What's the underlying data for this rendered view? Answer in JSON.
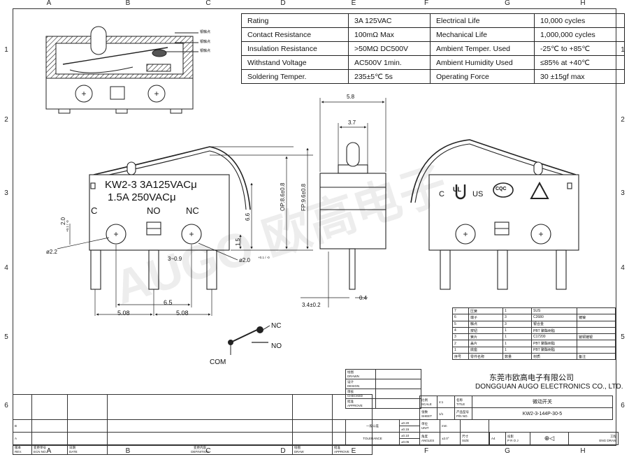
{
  "zones": {
    "columns": [
      "A",
      "B",
      "C",
      "D",
      "E",
      "F",
      "G",
      "H"
    ],
    "rows": [
      "1",
      "2",
      "3",
      "4",
      "5",
      "6"
    ]
  },
  "specs": [
    {
      "label": "Rating",
      "value": "3A  125VAC",
      "label2": "Electrical Life",
      "value2": "10,000 cycles"
    },
    {
      "label": "Contact Resistance",
      "value": "100mΩ Max",
      "label2": "Mechanical Life",
      "value2": "1,000,000 cycles"
    },
    {
      "label": "Insulation Resistance",
      "value": ">50MΩ DC500V",
      "label2": "Ambient Temper. Used",
      "value2": "-25℃ to +85℃"
    },
    {
      "label": "Withstand Voltage",
      "value": "AC500V  1min.",
      "label2": "Ambient Humidity Used",
      "value2": "≤85% at +40℃"
    },
    {
      "label": "Soldering Temper.",
      "value": "235±5℃ 5s",
      "label2": "Operating Force",
      "value2": "30 ±15gf max"
    }
  ],
  "section_callouts": [
    "银触点",
    "银触点",
    "银触点"
  ],
  "front": {
    "marking_line1": "KW2-3 3A125VACμ",
    "marking_line2": "1.5A 250VACμ",
    "terminal_c": "C",
    "terminal_no": "NO",
    "terminal_nc": "NC",
    "dim_hole_dia": "ø2.2",
    "dim_pin_hole": "ø2.0",
    "dim_pin_hole_tol": "+0.1 / -0",
    "dim_20": "2.0",
    "dim_20_tol": "+0.1 / -0",
    "dim_3": "3~0.9",
    "dim_65": "6.5",
    "dim_508a": "5.08",
    "dim_508b": "5.08",
    "dim_66": "6.6",
    "dim_15": "1.5",
    "dim_op": "OP:8.6±0.8",
    "dim_fp": "FP:9.6±0.8"
  },
  "side": {
    "dim_58": "5.8",
    "dim_37": "3.7",
    "dim_34": "3.4±0.2",
    "dim_04": "0.4"
  },
  "back": {
    "cert_c": "C",
    "cert_us": "US",
    "cert_ul": "UL",
    "cert_cqc": "CQC"
  },
  "schematic": {
    "nc": "NC",
    "no": "NO",
    "com": "COM"
  },
  "watermark": "AUGO  欧高电子",
  "bom": {
    "rows": [
      {
        "no": "7",
        "name": "压簧",
        "qty": "1",
        "material": "SUS",
        "note": ""
      },
      {
        "no": "6",
        "name": "端子",
        "qty": "3",
        "material": "C2680",
        "note": "镀镍"
      },
      {
        "no": "5",
        "name": "触点",
        "qty": "3",
        "material": "银合金",
        "note": ""
      },
      {
        "no": "4",
        "name": "按钮",
        "qty": "1",
        "material": "PBT  聚酯树脂",
        "note": ""
      },
      {
        "no": "3",
        "name": "簧片",
        "qty": "1",
        "material": "C17200",
        "note": "铍铜镀银"
      },
      {
        "no": "2",
        "name": "盖片",
        "qty": "1",
        "material": "PBT  聚酯树脂",
        "note": ""
      },
      {
        "no": "1",
        "name": "底座",
        "qty": "1",
        "material": "PBT  聚酯树脂",
        "note": ""
      }
    ],
    "header": {
      "no": "序号",
      "name": "零件名称",
      "qty": "数量",
      "material": "材质",
      "note": "备注"
    }
  },
  "titleblock": {
    "company_cn": "东莞市欧高电子有限公司",
    "company_en": "DONGGUAN AUGO ELECTRONICS CO., LTD.",
    "drawn": "绘图",
    "drawn_en": "DRAWN",
    "design": "设计",
    "design_en": "DESIGN",
    "checked": "审核",
    "checked_en": "CHECKED",
    "approve": "批准",
    "approve_en": "APPROVE",
    "scale": "比例",
    "scale_en": "SCALE",
    "scale_val": "4:1",
    "title_label": "名称",
    "title_en": "TITLE",
    "title_val": "微动开关",
    "sheet": "张数",
    "sheet_en": "SHEET",
    "sheet_val": "1/1",
    "pn": "产品型号",
    "pn_en": "P/N NO.",
    "pn_val": "KW2-3-144P-30-5",
    "unit": "单位",
    "unit_en": "UNIT",
    "unit_val": "mm",
    "tolerance_label": "一般公差",
    "tolerance_en": "TOLERANCE",
    "tolerances": [
      "±0.20",
      "±0.15",
      "±0.10",
      "±0.05"
    ],
    "angles": "角度",
    "angles_en": "ANGLES",
    "angle_val": "±2.0°",
    "size": "尺寸",
    "size_en": "SIZE",
    "size_val": "A4",
    "proj": "投影",
    "proj_en": "P R O J",
    "eng": "工程",
    "eng_en": "ENG DRAW",
    "rev": "REV.",
    "rev_cn": "版本",
    "ecn": "ECN NO.",
    "ecn_cn": "变更单号",
    "date": "DATE",
    "date_cn": "日期",
    "definition": "DEFINITION",
    "definition_cn": "变更内容",
    "draw": "DRAW",
    "draw_cn": "绘图",
    "approve2": "APPROVE",
    "approve2_cn": "批准",
    "rev_b": "B",
    "rev_a": "A"
  }
}
